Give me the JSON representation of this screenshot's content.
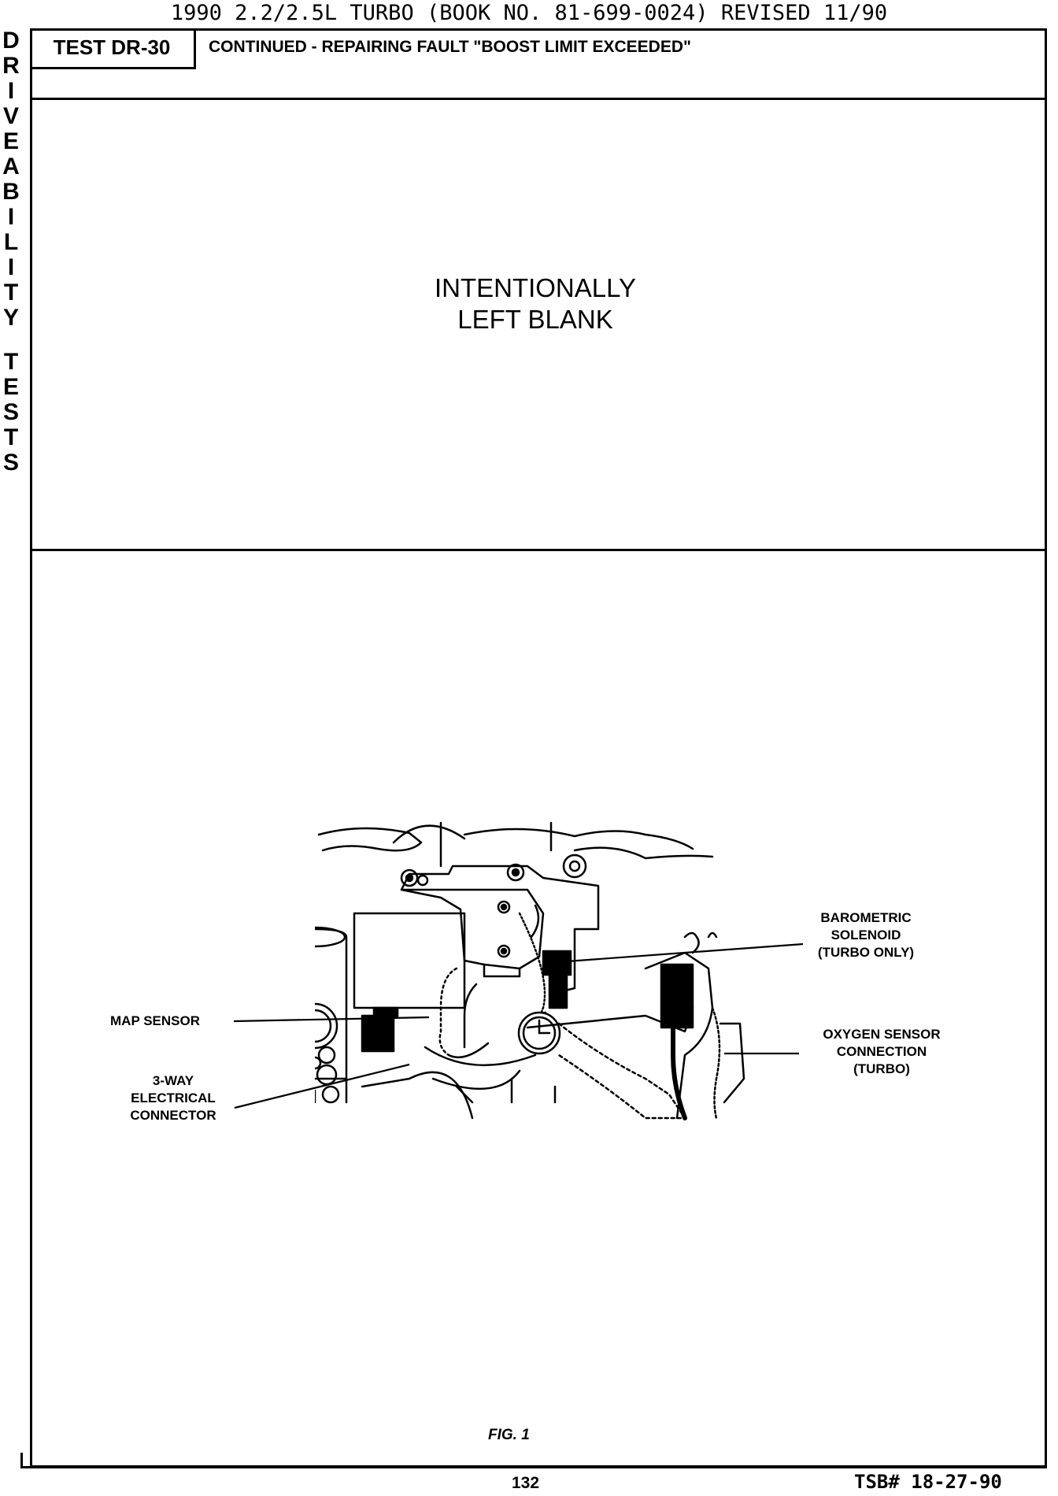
{
  "running_header": "1990 2.2/2.5L TURBO (BOOK NO. 81-699-0024) REVISED 11/90",
  "side_title": {
    "word1": [
      "D",
      "R",
      "I",
      "V",
      "E",
      "A",
      "B",
      "I",
      "L",
      "I",
      "T",
      "Y"
    ],
    "word2": [
      "T",
      "E",
      "S",
      "T",
      "S"
    ]
  },
  "test_box": {
    "label": "TEST DR-30",
    "title": "CONTINUED - REPAIRING FAULT \"BOOST LIMIT EXCEEDED\""
  },
  "blank_notice": {
    "line1": "INTENTIONALLY",
    "line2": "LEFT BLANK"
  },
  "figure": {
    "callouts": {
      "barometric": {
        "line1": "BAROMETRIC",
        "line2": "SOLENOID",
        "line3": "(TURBO ONLY)"
      },
      "oxygen": {
        "line1": "OXYGEN SENSOR",
        "line2": "CONNECTION",
        "line3": "(TURBO)"
      },
      "map_sensor": "MAP SENSOR",
      "three_way": {
        "line1": "3-WAY",
        "line2": "ELECTRICAL",
        "line3": "CONNECTOR"
      }
    },
    "caption": "FIG. 1"
  },
  "footer": {
    "page_number": "132",
    "tsb": "TSB# 18-27-90"
  }
}
